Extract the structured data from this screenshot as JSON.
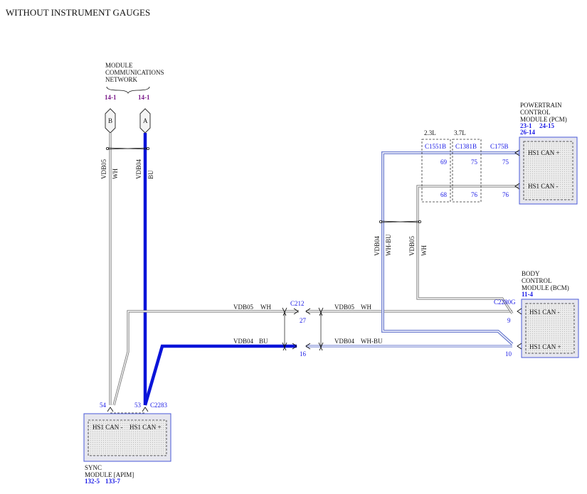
{
  "title": "WITHOUT INSTRUMENT GAUGES",
  "network": {
    "label_lines": [
      "MODULE",
      "COMMUNICATIONS",
      "NETWORK"
    ],
    "refs": [
      "14-1",
      "14-1"
    ],
    "connectors": [
      "B",
      "A"
    ]
  },
  "pcm": {
    "label_lines": [
      "POWERTRAIN",
      "CONTROL",
      "MODULE (PCM)"
    ],
    "refs_line1": [
      "23-1",
      "24-15"
    ],
    "refs_line2": [
      "26-14"
    ],
    "pins": [
      "HS1 CAN +",
      "HS1 CAN -"
    ],
    "connector": "C175B",
    "pin_numbers": [
      "75",
      "76"
    ]
  },
  "engine_23": {
    "label": "2.3L",
    "connector": "C1551B",
    "pin_numbers": [
      "69",
      "68"
    ]
  },
  "engine_37": {
    "label": "3.7L",
    "connector": "C1381B",
    "pin_numbers": [
      "75",
      "76"
    ]
  },
  "bcm": {
    "label_lines": [
      "BODY",
      "CONTROL",
      "MODULE (BCM)"
    ],
    "ref": "11-4",
    "pins": [
      "HS1 CAN -",
      "HS1 CAN +"
    ],
    "connector": "C2280G",
    "pin_numbers": [
      "9",
      "10"
    ]
  },
  "apim": {
    "label_lines": [
      "SYNC",
      "MODULE [APIM]"
    ],
    "refs": [
      "132-5",
      "133-7"
    ],
    "pins": [
      "HS1 CAN -",
      "HS1 CAN +"
    ],
    "connector": "C2283",
    "pin_numbers": [
      "54",
      "53"
    ]
  },
  "c212": {
    "connector": "C212",
    "pin_numbers": [
      "27",
      "16"
    ]
  },
  "wires": {
    "vdb05": "VDB05",
    "vdb04": "VDB04",
    "wh": "WH",
    "bu": "BU",
    "whbu": "WH-BU"
  },
  "colors": {
    "blue_wire": "#0a14d9",
    "white_wire": "#777777",
    "whbu_wire": "#6f7fd0",
    "label_blue": "#1a1ae6",
    "ref_purple": "#7a1a8a",
    "module_fill": "#e6e6ee"
  }
}
